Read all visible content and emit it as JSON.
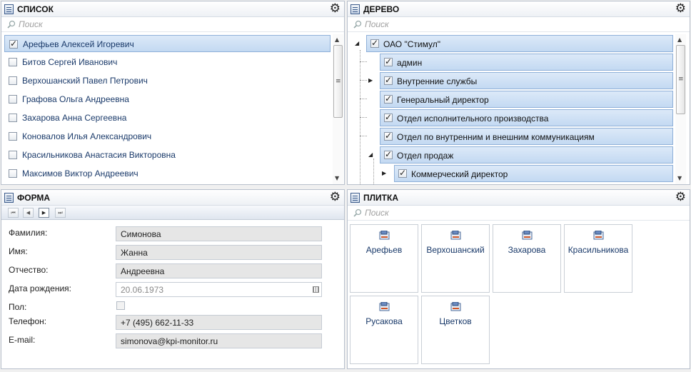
{
  "list": {
    "title": "СПИСОК",
    "search_placeholder": "Поиск",
    "items": [
      {
        "label": "Арефьев  Алексей  Игоревич",
        "checked": true
      },
      {
        "label": "Битов Сергей Иванович",
        "checked": false
      },
      {
        "label": "Верхошанский Павел Петрович",
        "checked": false
      },
      {
        "label": "Графова Ольга  Андреевна",
        "checked": false
      },
      {
        "label": "Захарова Анна Сергеевна",
        "checked": false
      },
      {
        "label": "Коновалов Илья  Александрович",
        "checked": false
      },
      {
        "label": "Красильникова Анастасия Викторовна",
        "checked": false
      },
      {
        "label": "Максимов Виктор Андреевич",
        "checked": false
      }
    ]
  },
  "tree": {
    "title": "ДЕРЕВО",
    "search_placeholder": "Поиск",
    "items": [
      {
        "label": "ОАО \"Стимул\"",
        "checked": true
      },
      {
        "label": "админ",
        "checked": true
      },
      {
        "label": "Внутренние службы",
        "checked": true
      },
      {
        "label": "Генеральный директор",
        "checked": true
      },
      {
        "label": "Отдел исполнительного производства",
        "checked": true
      },
      {
        "label": "Отдел по внутренним и внешним коммуникациям",
        "checked": true
      },
      {
        "label": "Отдел продаж",
        "checked": true
      },
      {
        "label": "Коммерческий директор",
        "checked": true
      }
    ]
  },
  "form": {
    "title": "ФОРМА",
    "fields": {
      "last_name_label": "Фамилия:",
      "last_name_value": "Симонова",
      "first_name_label": "Имя:",
      "first_name_value": "Жанна",
      "patronymic_label": "Отчество:",
      "patronymic_value": "Андреевна",
      "birth_date_label": "Дата рождения:",
      "birth_date_value": "20.06.1973",
      "gender_label": "Пол:",
      "phone_label": "Телефон:",
      "phone_value": "+7 (495) 662-11-33",
      "email_label": "E-mail:",
      "email_value": "simonova@kpi-monitor.ru"
    }
  },
  "tiles": {
    "title": "ПЛИТКА",
    "search_placeholder": "Поиск",
    "items": [
      "Арефьев",
      "Верхошанский",
      "Захарова",
      "Красильникова",
      "Русакова",
      "Цветков"
    ]
  },
  "icons": {
    "gear": "⚙",
    "scroll_up": "▲",
    "scroll_down": "▼",
    "grip": "≡",
    "expand": "▶",
    "collapse": "◢",
    "first": "⏮",
    "prev": "◀",
    "next": "▶",
    "last": "⏭"
  }
}
